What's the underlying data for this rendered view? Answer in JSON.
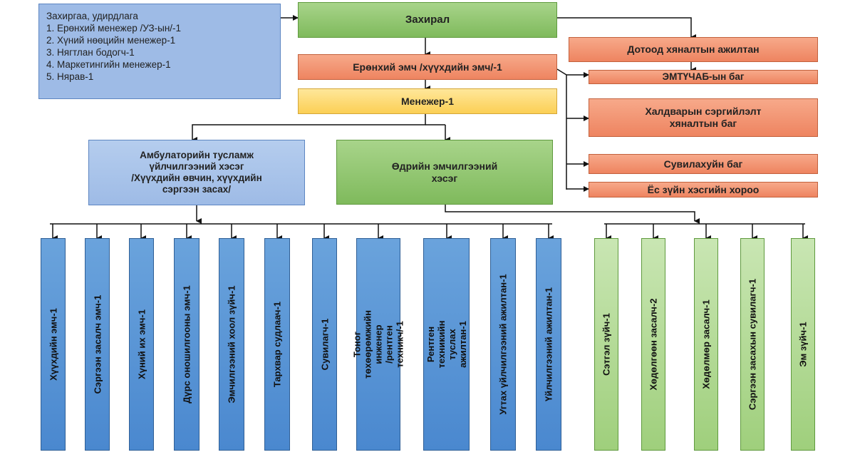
{
  "admin": {
    "title": "Захиргаа, удирдлага",
    "items": [
      "1. Ерөнхий менежер /УЗ-ын/-1",
      "2. Хүний нөөцийн менежер-1",
      "3. Нягтлан бодогч-1",
      "4. Маркетингийн менежер-1",
      "5. Нярав-1"
    ]
  },
  "top": {
    "director": "Захирал",
    "chief_doctor": "Ерөнхий эмч /хүүхдийн эмч/-1",
    "manager": "Менежер-1"
  },
  "right": {
    "internal_control": "Дотоод хяналтын ажилтан",
    "emtuchab": "ЭМТҮЧАБ-ын баг",
    "infection": "Халдварын сэргийлэлт\nхяналтын баг",
    "nursing": "Сувилахуйн баг",
    "ethics": "Ёс зүйн хэсгийн хороо"
  },
  "sections": {
    "ambulatory": "Амбулаторийн тусламж\nүйлчилгээний хэсэг\n/Хүүхдийн өвчин, хүүхдийн\nсэргээн засах/",
    "day_treatment": "Өдрийн эмчилгээний\nхэсэг"
  },
  "blue_staff": [
    "Хүүхдийн эмч-1",
    "Сэргээн засалч эмч-1",
    "Хүний их эмч-1",
    "Дүрс оношилгооны эмч-1",
    "Эмчилгээний хоол зүйч-1",
    "Тархвар судлаач-1",
    "Сувилагч-1",
    "Тоног төхөөрөмжийн инженер\n/рентген техникч/-1",
    "Рентген техникийн туслах\nажилтан-1",
    "Угтах үйлчилгээний ажилтан-1",
    "Үйлчилгээний ажилтан-1"
  ],
  "green_staff": [
    "Сэтгэл зүйч-1",
    "Хөдөлгөөн засалч-2",
    "Хөдөлмөр засалч-1",
    "Сэргээн засахын сувилагч-1",
    "Эм зүйч-1"
  ],
  "colors": {
    "director": "#8cc36b",
    "orange": "#f09070",
    "manager": "#fdd86a",
    "section_blue": "#a8c4ea",
    "staff_blue": "#5b96d6",
    "staff_green": "#b0d994"
  }
}
